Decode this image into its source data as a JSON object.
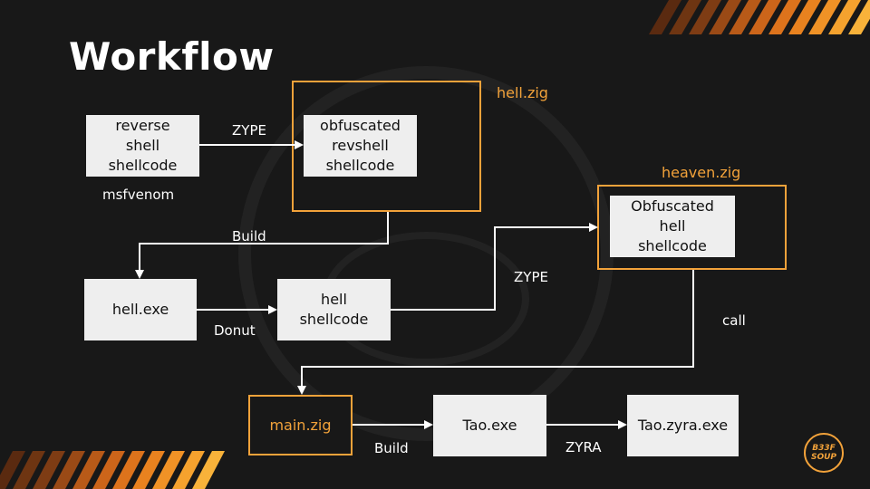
{
  "title": "Workflow",
  "boxes": {
    "reverse_shell": "reverse\nshell\nshellcode",
    "obf_revshell": "obfuscated\nrevshell\nshellcode",
    "hell_exe": "hell.exe",
    "hell_shellcode": "hell\nshellcode",
    "obf_hell": "Obfuscated\nhell\nshellcode",
    "main_zig": "main.zig",
    "tao_exe": "Tao.exe",
    "tao_zyra": "Tao.zyra.exe"
  },
  "labels": {
    "msfvenom": "msfvenom",
    "zype1": "ZYPE",
    "hell_zig": "hell.zig",
    "build1": "Build",
    "donut": "Donut",
    "zype2": "ZYPE",
    "heaven_zig": "heaven.zig",
    "call": "call",
    "build2": "Build",
    "zyra": "ZYRA"
  },
  "logo": {
    "line1": "B33F",
    "line2": "SOUP"
  },
  "colors": {
    "accent": "#f2a23a",
    "background": "#181818",
    "box": "#eeeeee"
  }
}
